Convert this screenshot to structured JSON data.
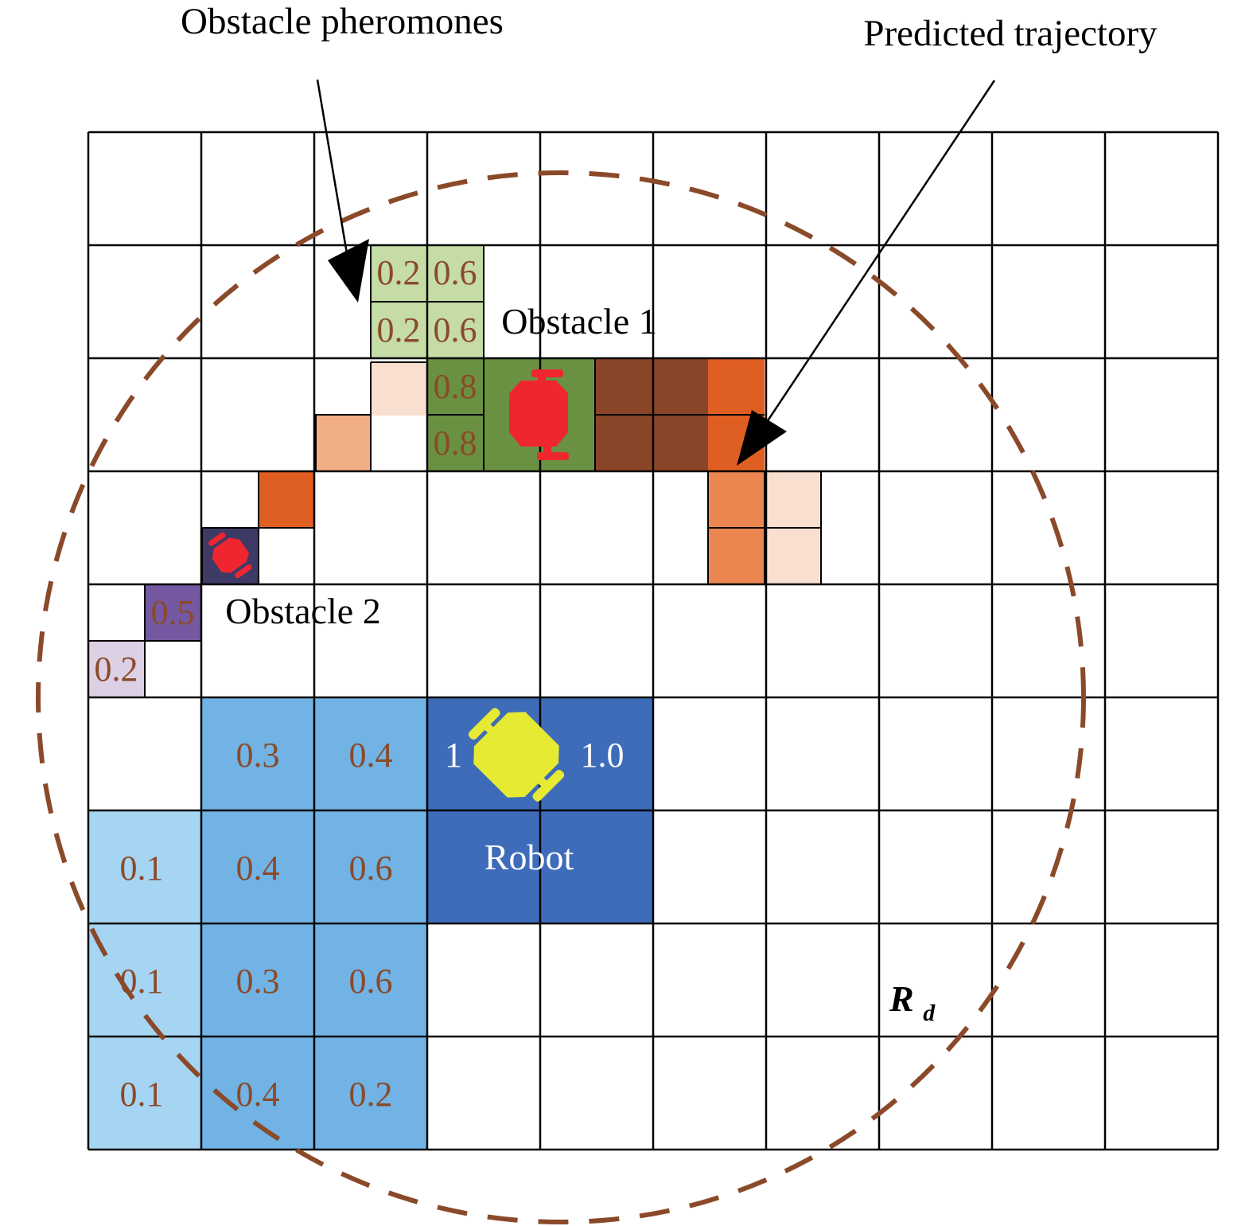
{
  "annotations": {
    "obstacle_pheromones": "Obstacle pheromones",
    "predicted_trajectory": "Predicted trajectory",
    "obstacle_1": "Obstacle 1",
    "obstacle_2": "Obstacle 2",
    "robot": "Robot",
    "radius_symbol": "R",
    "radius_subscript": "d"
  },
  "colors": {
    "value_text": "#8a4a2a",
    "robot_label": "#ffffff",
    "circle": "#8a4a2a",
    "grid_line": "#000000",
    "light_green": "#c5dca6",
    "dark_green": "#6a9142",
    "dark_brown": "#8a4529",
    "orange": "#df5f23",
    "light_orange": "#ec8650",
    "pale_peach": "#f8dfcf",
    "peach": "#f2ae86",
    "dark_purple": "#3e3a66",
    "purple": "#7458a1",
    "light_purple": "#dcd0e4",
    "light_blue": "#a6d5f3",
    "mid_blue": "#71b3e4",
    "dark_blue": "#3e6cb9",
    "obstacle_robot": "#ef2630",
    "agent_robot": "#e6ea33"
  },
  "cell_values": {
    "obstacle_1_pheromones": [
      [
        "0.2",
        "0.6"
      ],
      [
        "0.2",
        "0.6"
      ],
      [
        "0.8"
      ],
      [
        "0.8"
      ]
    ],
    "obstacle_2_pheromones": [
      "0.5",
      "0.2"
    ],
    "robot_pheromones": [
      [
        "0.3",
        "0.4",
        "1",
        "1.0"
      ],
      [
        "0.1",
        "0.4",
        "0.6"
      ],
      [
        "0.1",
        "0.3",
        "0.6"
      ],
      [
        "0.1",
        "0.4",
        "0.2"
      ]
    ]
  }
}
